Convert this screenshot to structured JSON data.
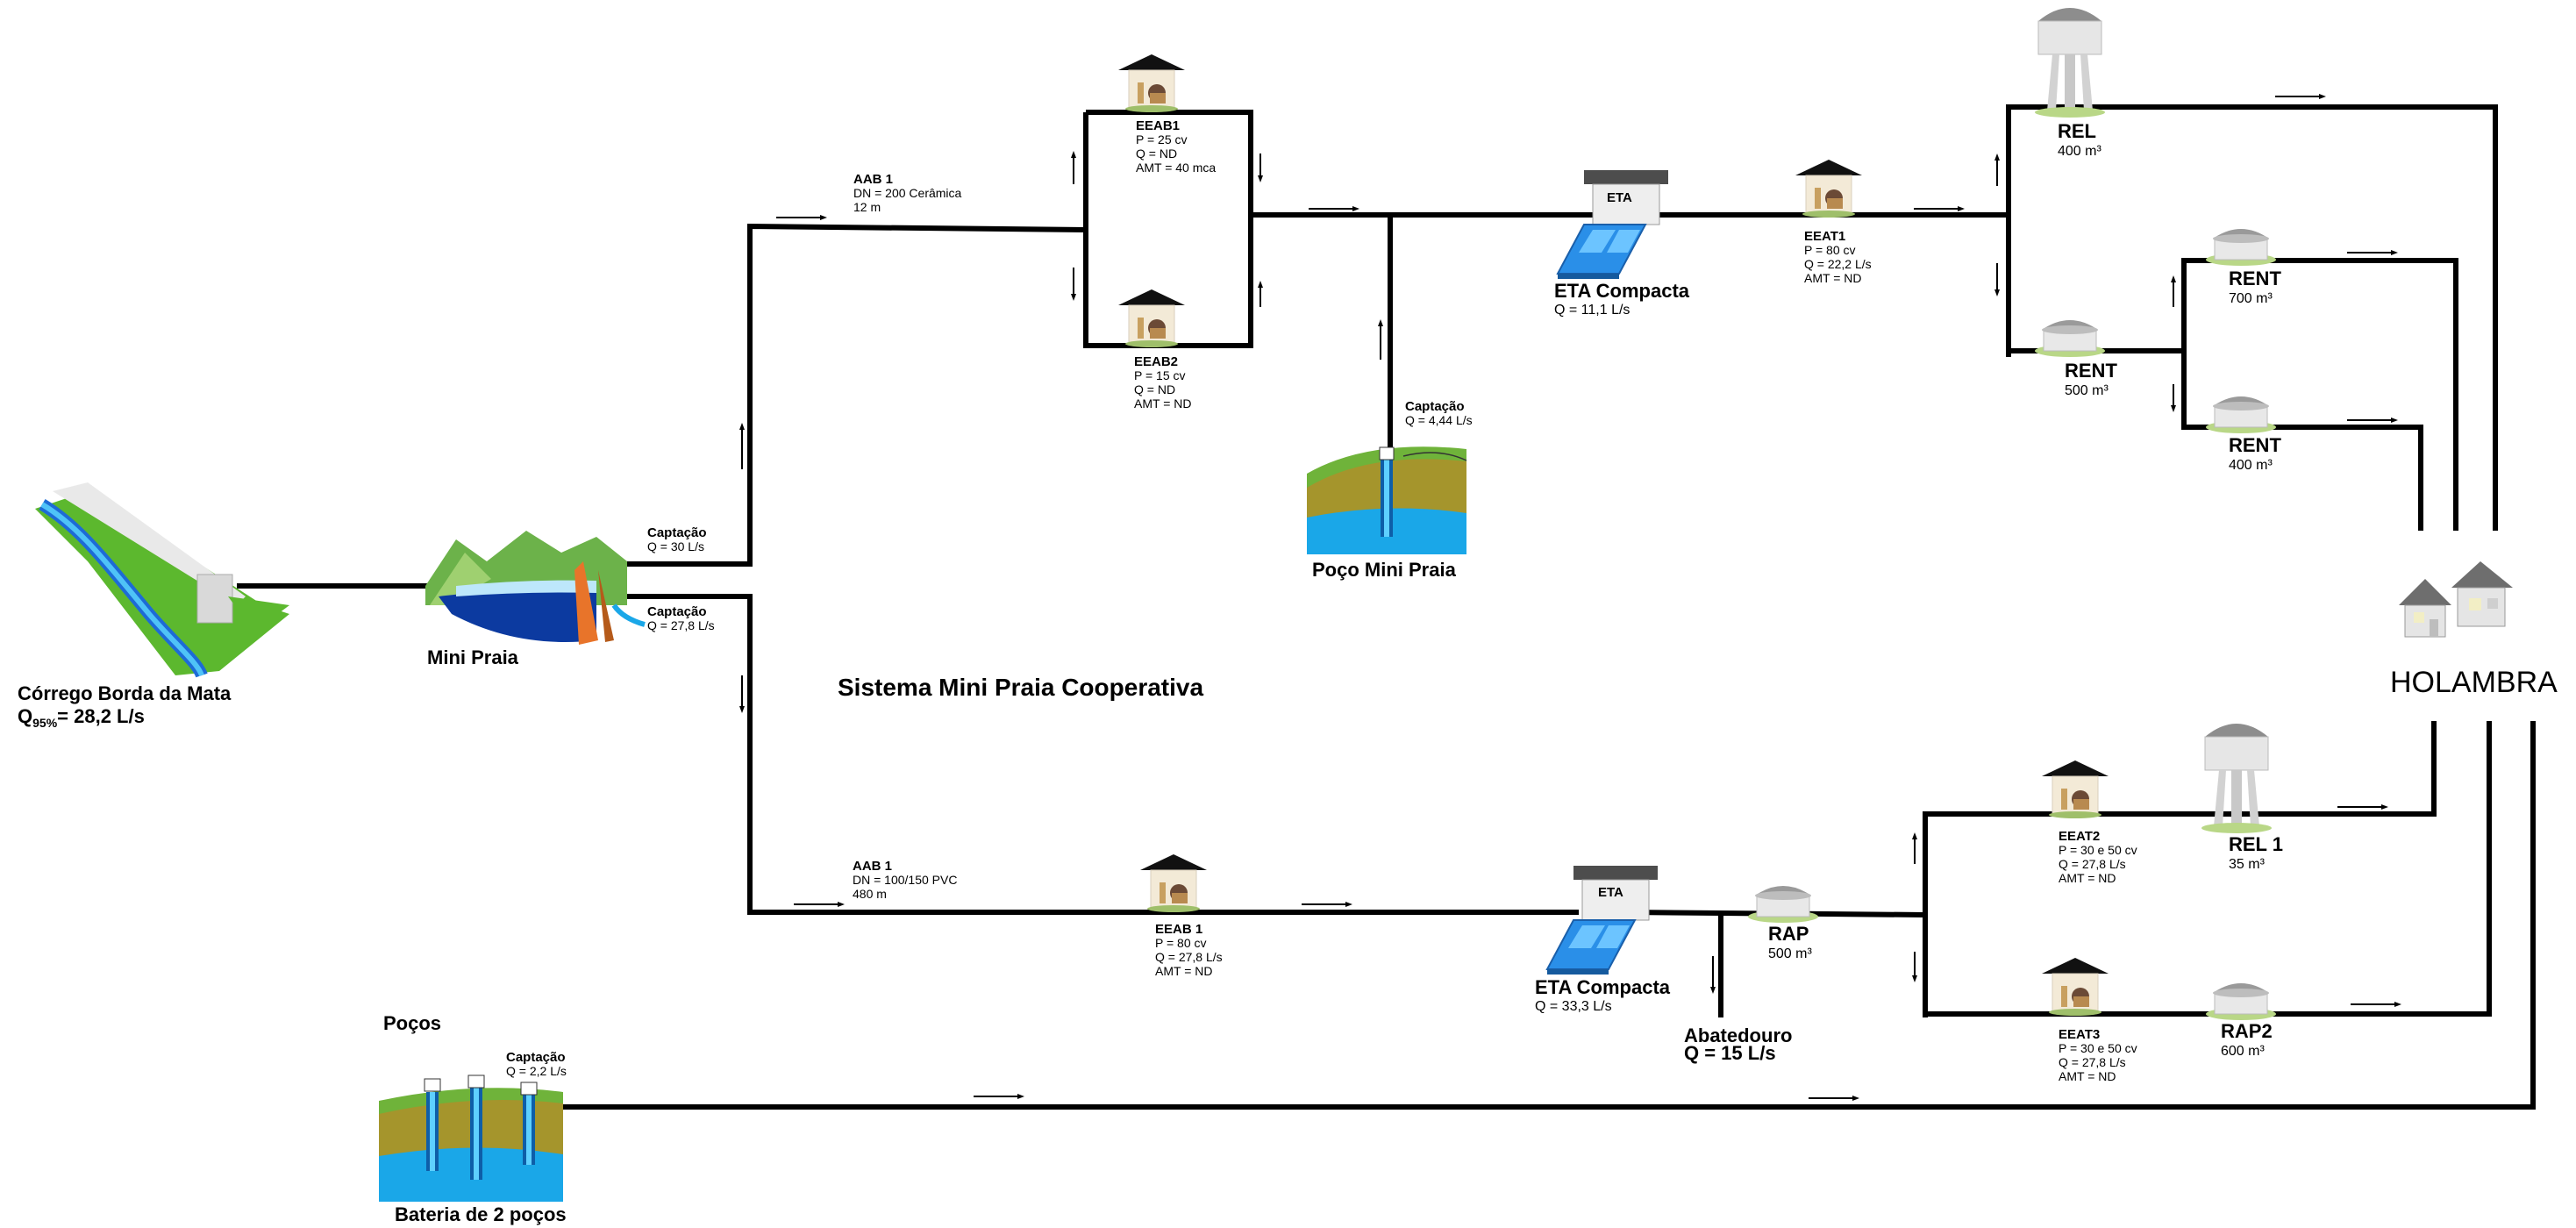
{
  "title": "Sistema Mini Praia Cooperativa",
  "source": {
    "name": "Córrego Borda da Mata",
    "flow_prefix": "Q",
    "flow_sub": "95%",
    "flow_value": "= 28,2 L/s"
  },
  "reservoir": {
    "name": "Mini Praia"
  },
  "captacao_top": {
    "title": "Captação",
    "q": "Q = 30 L/s"
  },
  "captacao_bottom": {
    "title": "Captação",
    "q": "Q = 27,8 L/s"
  },
  "aab_top": {
    "title": "AAB 1",
    "dn": "DN = 200 Cerâmica",
    "len": "12 m"
  },
  "aab_bottom": {
    "title": "AAB 1",
    "dn": "DN = 100/150 PVC",
    "len": "480 m"
  },
  "eeab1_top": {
    "title": "EEAB1",
    "p": "P = 25 cv",
    "q": "Q = ND",
    "amt": "AMT = 40 mca"
  },
  "eeab2_top": {
    "title": "EEAB2",
    "p": "P = 15 cv",
    "q": "Q = ND",
    "amt": "AMT = ND"
  },
  "poco_mini": {
    "title": "Captação",
    "q": "Q = 4,44 L/s",
    "name": "Poço Mini Praia"
  },
  "eta_top": {
    "badge": "ETA",
    "name": "ETA Compacta",
    "q": "Q = 11,1 L/s"
  },
  "eeat1": {
    "title": "EEAT1",
    "p": "P = 80 cv",
    "q": "Q = 22,2 L/s",
    "amt": "AMT = ND"
  },
  "rel_top": {
    "name": "REL",
    "vol": "400 m³"
  },
  "rent_500": {
    "name": "RENT",
    "vol": "500 m³"
  },
  "rent_700": {
    "name": "RENT",
    "vol": "700 m³"
  },
  "rent_400": {
    "name": "RENT",
    "vol": "400 m³"
  },
  "town": {
    "name": "HOLAMBRA"
  },
  "eeab1_bottom": {
    "title": "EEAB 1",
    "p": "P = 80 cv",
    "q": "Q = 27,8 L/s",
    "amt": "AMT = ND"
  },
  "eta_bottom": {
    "badge": "ETA",
    "name": "ETA Compacta",
    "q": "Q = 33,3 L/s"
  },
  "rap": {
    "name": "RAP",
    "vol": "500 m³"
  },
  "abatedouro": {
    "name": "Abatedouro",
    "q": "Q = 15 L/s"
  },
  "eeat2": {
    "title": "EEAT2",
    "p": "P = 30 e 50 cv",
    "q": "Q = 27,8 L/s",
    "amt": "AMT = ND"
  },
  "rel1": {
    "name": "REL 1",
    "vol": "35 m³"
  },
  "eeat3": {
    "title": "EEAT3",
    "p": "P = 30 e 50 cv",
    "q": "Q = 27,8 L/s",
    "amt": "AMT = ND"
  },
  "rap2": {
    "name": "RAP2",
    "vol": "600 m³"
  },
  "pocos": {
    "heading": "Poços",
    "title": "Captação",
    "q": "Q = 2,2 L/s",
    "name": "Bateria de 2 poços"
  },
  "colors": {
    "pipe": "#000000",
    "grass": "#5cb82e",
    "water": "#1d6bd6",
    "sky_water": "#1aa7e8",
    "soil": "#a5952c",
    "house": "#f3ead7"
  }
}
